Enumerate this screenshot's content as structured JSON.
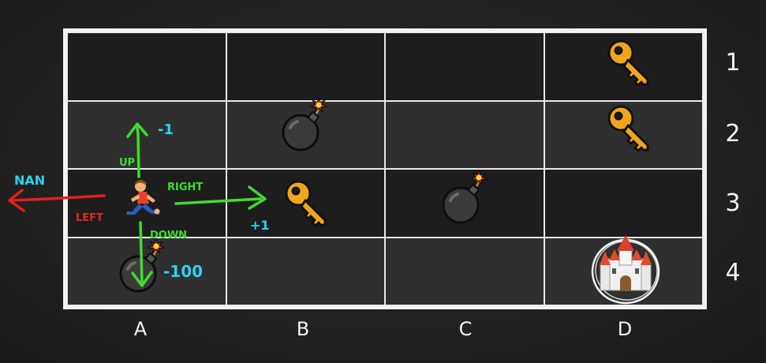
{
  "columns": [
    "A",
    "B",
    "C",
    "D"
  ],
  "rows": [
    "1",
    "2",
    "3",
    "4"
  ],
  "cells": [
    [
      "",
      "",
      "",
      "key"
    ],
    [
      "",
      "bomb",
      "",
      "key"
    ],
    [
      "runner",
      "key",
      "bomb",
      ""
    ],
    [
      "bomb",
      "",
      "",
      "castle"
    ]
  ],
  "actions": {
    "up": {
      "label": "UP",
      "reward": "-1"
    },
    "right": {
      "label": "RIGHT",
      "reward": "+1"
    },
    "down": {
      "label": "DOWN",
      "reward": "-100"
    },
    "left": {
      "label": "LEFT",
      "reward": "NAN"
    }
  },
  "colors": {
    "arrow_green": "#3fdc2f",
    "arrow_red": "#e0221e",
    "reward_cyan": "#2ad4f0",
    "left_label_red": "#e02a22",
    "key_gold": "#f2a51a",
    "bomb_body": "#3a3a3a"
  },
  "icons": {
    "key": "key-icon",
    "bomb": "bomb-icon",
    "runner": "runner-icon",
    "castle": "castle-icon"
  }
}
